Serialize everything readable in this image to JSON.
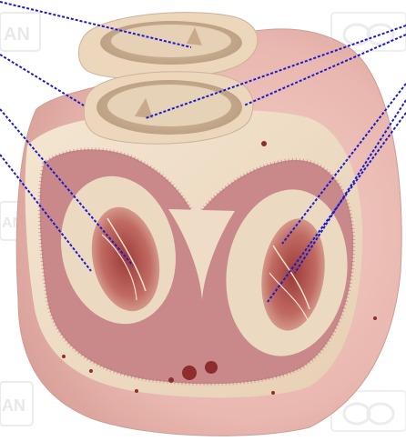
{
  "image": {
    "subject": "heart-cross-section-illustration",
    "leader_line_color": "#1a1acc",
    "background_color": "#ffffff"
  },
  "watermark": {
    "text": "AN",
    "color": "#d8d8d8"
  },
  "leader_lines": [
    {
      "id": "line-1"
    },
    {
      "id": "line-2"
    },
    {
      "id": "line-3"
    },
    {
      "id": "line-4"
    },
    {
      "id": "line-5"
    },
    {
      "id": "line-6"
    },
    {
      "id": "line-7"
    },
    {
      "id": "line-8"
    },
    {
      "id": "line-9"
    }
  ]
}
